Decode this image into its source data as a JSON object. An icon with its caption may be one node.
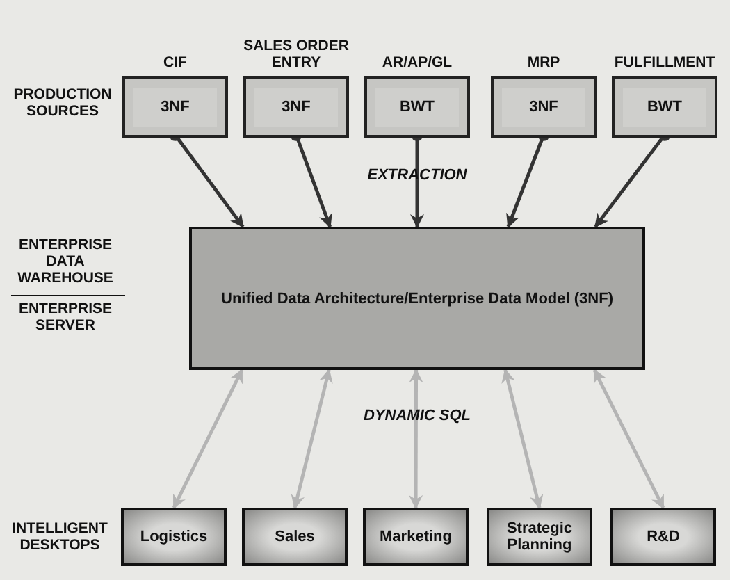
{
  "diagram": {
    "nodes": [
      {
        "text": [
          "CIF",
          "3NF"
        ]
      },
      {
        "text": [
          "SALES ORDER ENTRY",
          "3NF"
        ]
      },
      {
        "text": [
          "AR/AP/GL",
          "BWT"
        ]
      },
      {
        "text": [
          "MRP",
          "3NF"
        ]
      },
      {
        "text": [
          "FULFILLMENT",
          "BWT"
        ]
      },
      {
        "text": [
          "Unified Data Architecture/Enterprise Data Model (3NF)"
        ]
      },
      {
        "text": [
          "Logistics"
        ]
      },
      {
        "text": [
          "Sales"
        ]
      },
      {
        "text": [
          "Marketing"
        ]
      },
      {
        "text": [
          "Strategic Planning"
        ]
      },
      {
        "text": [
          "R&D"
        ]
      }
    ],
    "edges": [
      {
        "from": 0,
        "to": 5,
        "arrow": "to"
      },
      {
        "from": 1,
        "to": 5,
        "arrow": "to"
      },
      {
        "from": 2,
        "to": 5,
        "arrow": "to"
      },
      {
        "from": 3,
        "to": 5,
        "arrow": "to"
      },
      {
        "from": 4,
        "to": 5,
        "arrow": "to"
      },
      {
        "from": 5,
        "to": 6,
        "arrow": "both",
        "color": "#b4b4b4"
      },
      {
        "from": 5,
        "to": 7,
        "arrow": "both",
        "color": "#b4b4b4"
      },
      {
        "from": 5,
        "to": 8,
        "arrow": "both",
        "color": "#b4b4b4"
      },
      {
        "from": 5,
        "to": 9,
        "arrow": "both",
        "color": "#b4b4b4"
      },
      {
        "from": 5,
        "to": 10,
        "arrow": "both",
        "color": "#b4b4b4"
      }
    ],
    "labels": [
      "PRODUCTION SOURCES",
      "EXTRACTION",
      "ENTERPRISE DATA WAREHOUSE",
      "ENTERPRISE SERVER",
      "DYNAMIC SQL",
      "INTELLIGENT DESKTOPS"
    ]
  }
}
